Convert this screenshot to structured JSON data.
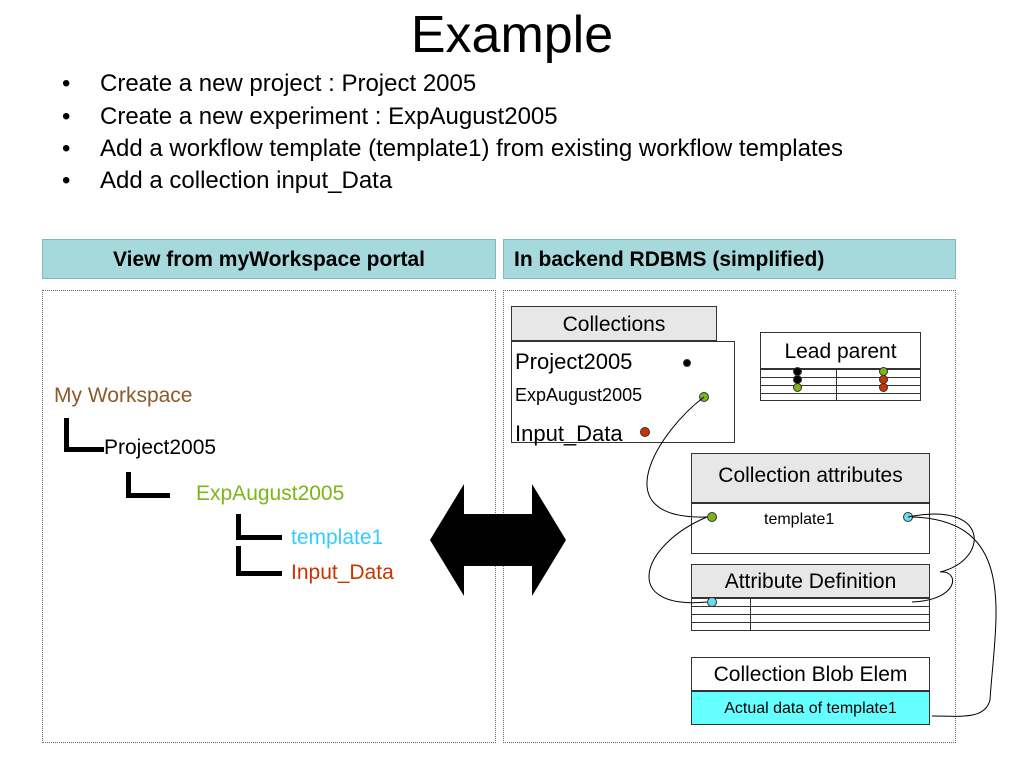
{
  "slide": {
    "title": "Example",
    "bullet_symbol": "•",
    "bullets": [
      "Create a new project : Project 2005",
      "Create a new experiment : ExpAugust2005",
      "Add a workflow template (template1) from existing workflow templates",
      "Add a collection input_Data"
    ]
  },
  "left_panel": {
    "header": "View from myWorkspace portal",
    "tree": {
      "root": "My Workspace",
      "project": "Project2005",
      "experiment": "ExpAugust2005",
      "template": "template1",
      "collection": "Input_Data"
    }
  },
  "right_panel": {
    "header": "In backend RDBMS (simplified)",
    "collections_table": {
      "title": "Collections",
      "rows": [
        "Project2005",
        "ExpAugust2005",
        "Input_Data"
      ]
    },
    "lead_parent_table": {
      "title": "Lead parent"
    },
    "collection_attributes": {
      "title": "Collection attributes",
      "value": "template1"
    },
    "attribute_definition": {
      "title": "Attribute Definition"
    },
    "collection_blob": {
      "title": "Collection Blob Elem",
      "value": "Actual data of template1"
    }
  },
  "colors": {
    "header_bg": "#a6d9dc",
    "root_label": "#8b5a2b",
    "experiment_label": "#7cb518",
    "template_label": "#33ccff",
    "collection_label": "#cc3300",
    "dot_black": "#000000",
    "dot_green": "#7cb518",
    "dot_red": "#cc3300",
    "dot_cyan": "#66ddee",
    "blob_bg": "#66ffff"
  },
  "icons": {
    "double_arrow": "double-headed-arrow-icon"
  }
}
